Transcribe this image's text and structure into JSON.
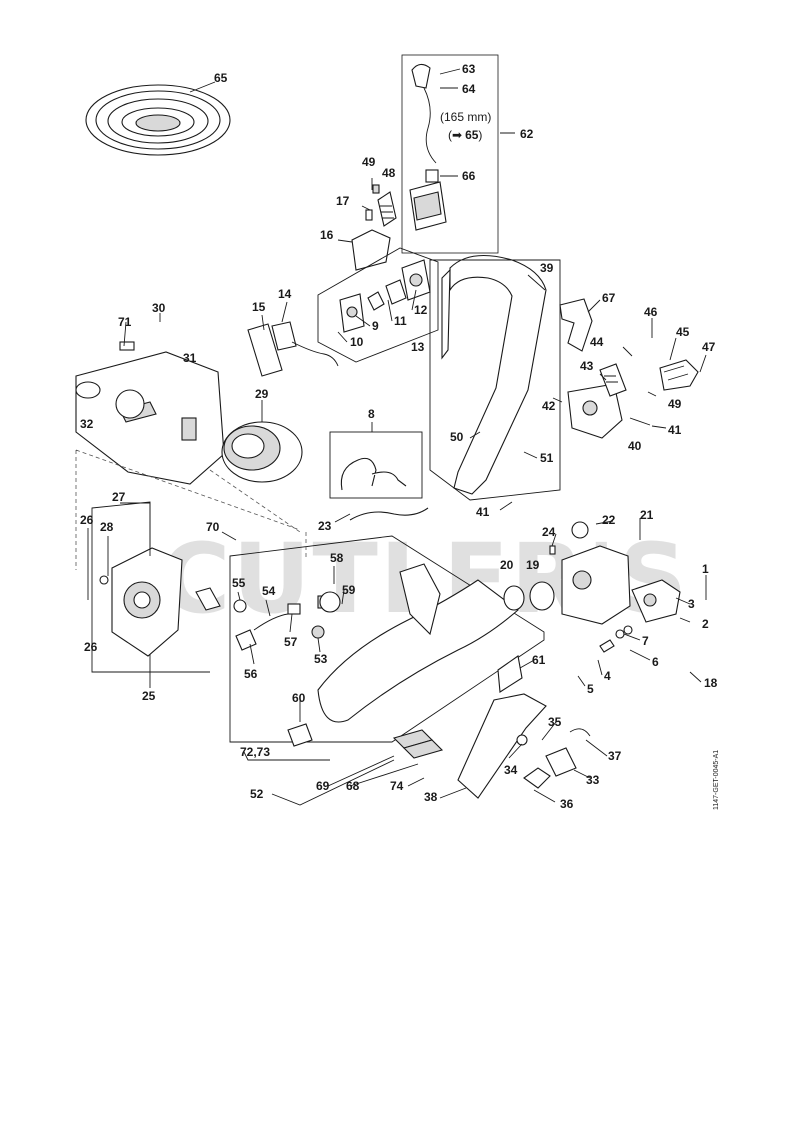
{
  "diagram": {
    "watermark": "CUTLER'S",
    "drawing_code": "1147-GET-0045-A1",
    "length_note": "(165 mm)",
    "ref_note_prefix": "(",
    "ref_note_arrow": "➡",
    "ref_note_target": "65",
    "ref_note_suffix": ")",
    "callouts": [
      "65",
      "63",
      "64",
      "62",
      "66",
      "49",
      "48",
      "17",
      "16",
      "39",
      "15",
      "14",
      "12",
      "11",
      "9",
      "10",
      "13",
      "30",
      "71",
      "31",
      "32",
      "29",
      "67",
      "46",
      "45",
      "47",
      "44",
      "43",
      "42",
      "49",
      "40",
      "41",
      "50",
      "51",
      "8",
      "41",
      "23",
      "27",
      "26",
      "28",
      "70",
      "22",
      "21",
      "24",
      "20",
      "19",
      "1",
      "3",
      "2",
      "58",
      "59",
      "55",
      "54",
      "57",
      "53",
      "56",
      "7",
      "6",
      "4",
      "5",
      "18",
      "61",
      "60",
      "72,73",
      "35",
      "37",
      "34",
      "33",
      "25",
      "26",
      "69",
      "68",
      "74",
      "52",
      "38",
      "36"
    ]
  }
}
